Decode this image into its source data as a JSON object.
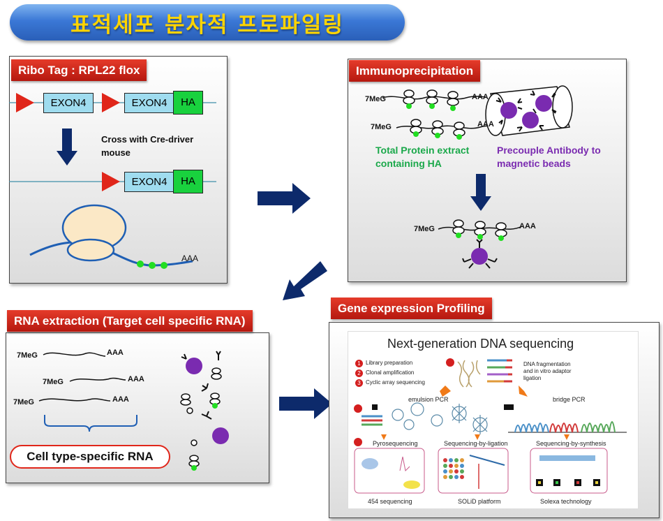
{
  "title": "표적세포 분자적 프로파일링",
  "panel_ribo": {
    "tab": "Ribo Tag : RPL22 flox",
    "exon_label": "EXON4",
    "ha_label": "HA",
    "cross_text": "Cross with Cre-driver mouse",
    "aaa": "AAA"
  },
  "panel_ip": {
    "tab": "Immunoprecipitation",
    "cap": "7MeG",
    "aaa": "AAA",
    "protein_extract": "Total Protein extract containing HA",
    "antibody": "Precouple Antibody to magnetic beads",
    "colors": {
      "green_text": "#1aa84a",
      "purple_text": "#7a2bb0"
    }
  },
  "panel_rna": {
    "tab": "RNA extraction (Target cell specific RNA)",
    "cap": "7MeG",
    "aaa": "AAA",
    "pill": "Cell type-specific RNA"
  },
  "panel_gep": {
    "tab": "Gene expression Profiling",
    "ngs_title": "Next-generation DNA sequencing",
    "steps": [
      "Library preparation",
      "Clonal amplification",
      "Cyclic array sequencing"
    ],
    "step_nums": [
      "1",
      "2",
      "3"
    ],
    "dna_text": "DNA fragmentation and in vitro adaptor ligation",
    "emulsion": "emulsion PCR",
    "bridge": "bridge PCR",
    "methods": [
      "Pyrosequencing",
      "Sequencing-by-ligation",
      "Sequencing-by-synthesis"
    ],
    "platforms": [
      "454 sequencing",
      "SOLiD platform",
      "Solexa technology"
    ]
  },
  "colors": {
    "title_text": "#ffd400",
    "tab_red": "#c8231a",
    "arrow_navy": "#0d2a6b",
    "green_dot": "#22dd22",
    "purple_bead": "#7a2bb0"
  }
}
